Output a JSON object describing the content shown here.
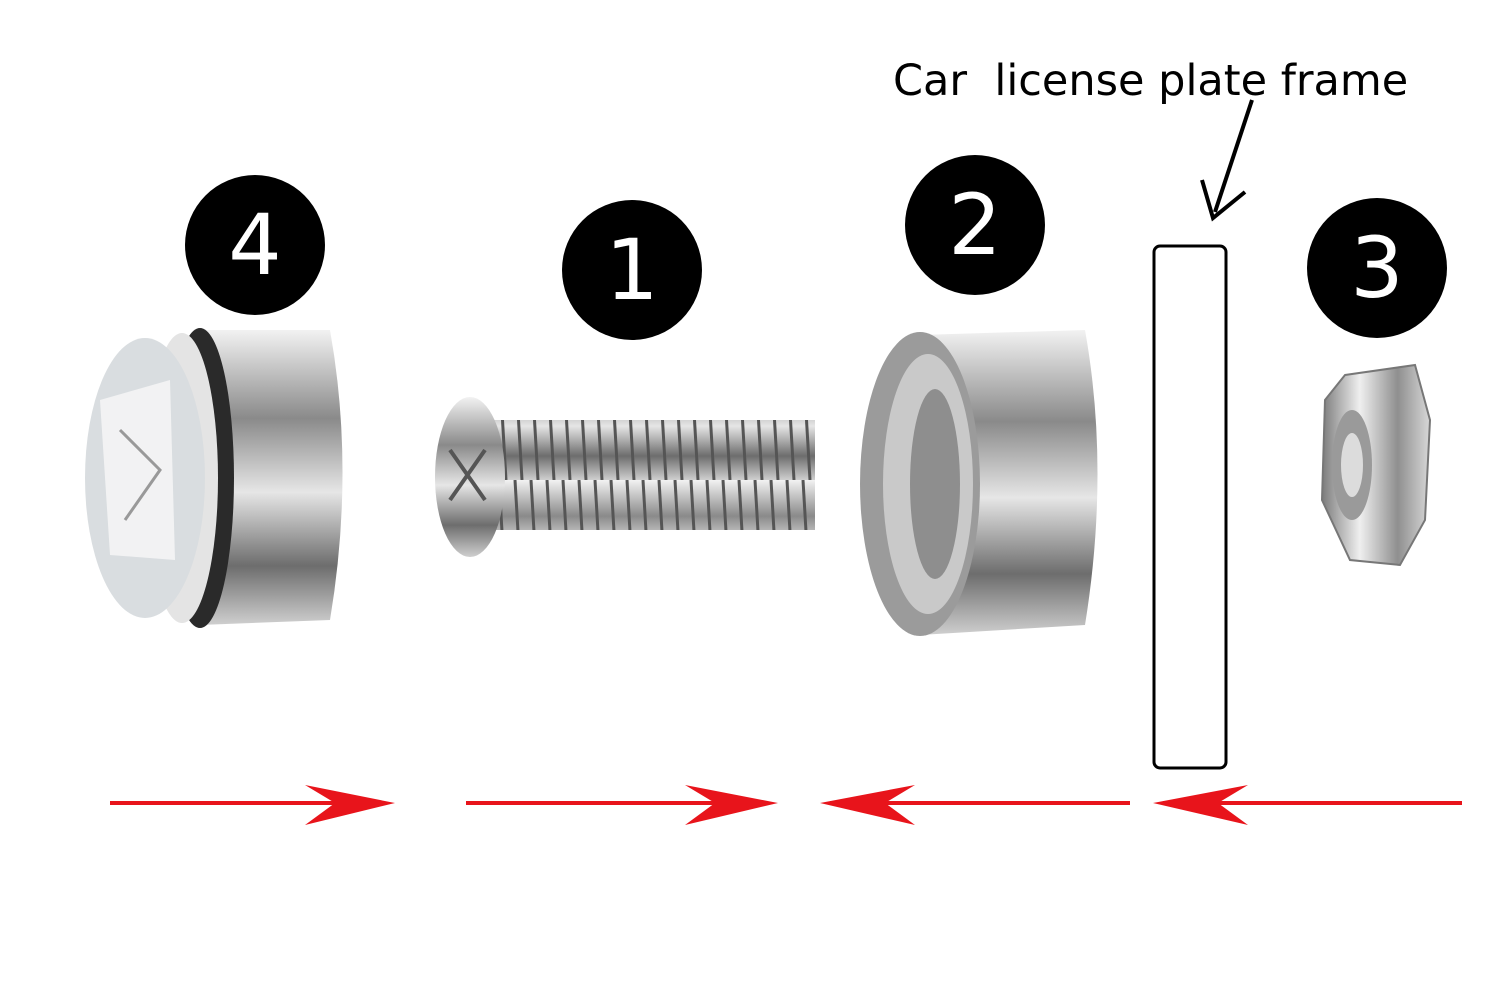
{
  "label": "Car  license plate frame",
  "steps": [
    {
      "number": "4",
      "part": "decorative-cap"
    },
    {
      "number": "1",
      "part": "screw"
    },
    {
      "number": "2",
      "part": "cap-base"
    },
    {
      "number": "3",
      "part": "hex-nut"
    }
  ],
  "colors": {
    "arrow": "#e8141b",
    "badge": "#000000",
    "metal": "#b9b9b9"
  }
}
